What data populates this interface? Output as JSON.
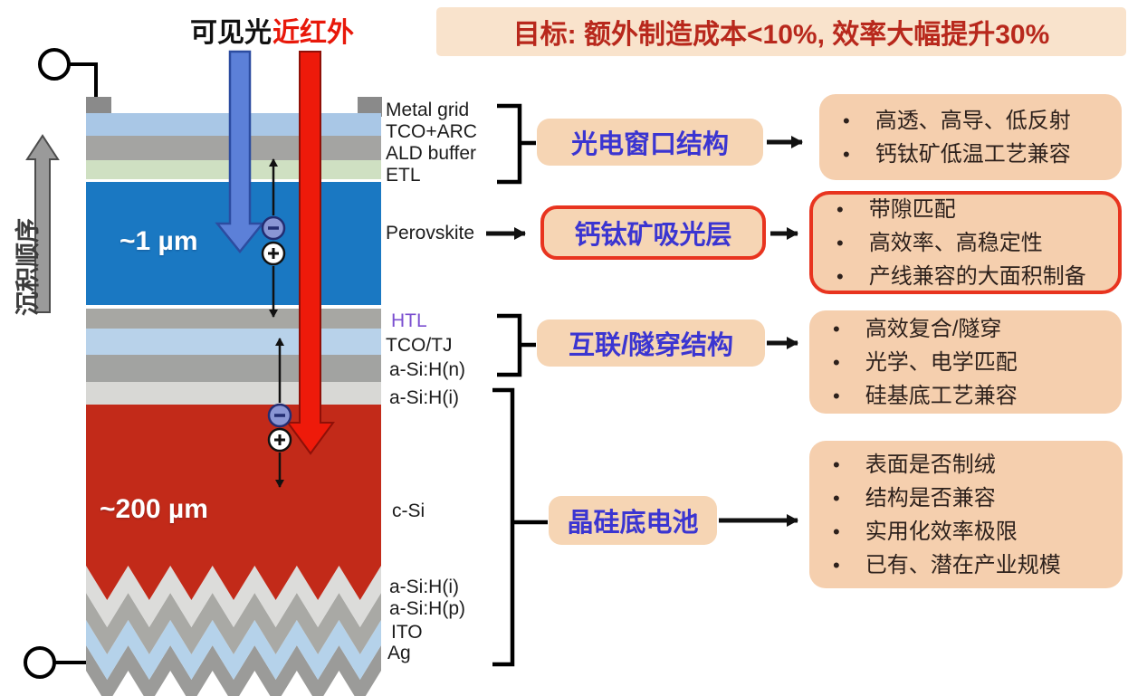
{
  "goal_banner": "目标: 额外制造成本<10%, 效率大幅提升30%",
  "light": {
    "visible": "可见光",
    "near_infrared": "近红外"
  },
  "deposition_order_label": "沉积顺序",
  "stack": {
    "top_cell_thickness": "~1 µm",
    "bottom_cell_thickness": "~200 µm",
    "layers": [
      {
        "label": "Metal grid",
        "color": "#8a8a8a"
      },
      {
        "label": "TCO+ARC",
        "color": "#a9c7e6"
      },
      {
        "label": "ALD buffer",
        "color": "#a4a4a2"
      },
      {
        "label": "ETL",
        "color": "#cfe0c2"
      },
      {
        "label": "Perovskite",
        "color": "#1a78c2"
      },
      {
        "label": "HTL",
        "color": "#a7a7a3"
      },
      {
        "label": "TCO/TJ",
        "color": "#b8d2ea"
      },
      {
        "label": "a-Si:H(n)",
        "color": "#a2a3a1"
      },
      {
        "label": "a-Si:H(i)",
        "color": "#d8d8d5"
      },
      {
        "label": "c-Si",
        "color": "#c22a19"
      },
      {
        "label": "a-Si:H(i)",
        "color": "#dcdcda"
      },
      {
        "label": "a-Si:H(p)",
        "color": "#a9a9a5"
      },
      {
        "label": "ITO",
        "color": "#b5d2ea"
      },
      {
        "label": "Ag",
        "color": "#9b9b99"
      }
    ]
  },
  "sections": [
    {
      "label": "光电窗口结构",
      "highlighted": false,
      "bullets": [
        "高透、高导、低反射",
        "钙钛矿低温工艺兼容"
      ]
    },
    {
      "label": "钙钛矿吸光层",
      "highlighted": true,
      "bullets": [
        "带隙匹配",
        "高效率、高稳定性",
        "产线兼容的大面积制备"
      ]
    },
    {
      "label": "互联/隧穿结构",
      "highlighted": false,
      "bullets": [
        "高效复合/隧穿",
        "光学、电学匹配",
        "硅基底工艺兼容"
      ]
    },
    {
      "label": "晶硅底电池",
      "highlighted": false,
      "bullets": [
        "表面是否制绒",
        "结构是否兼容",
        "实用化效率极限",
        "已有、潜在产业规模"
      ]
    }
  ],
  "icons": {
    "electron": "−",
    "hole": "+"
  },
  "colors": {
    "goal_text_red": "#b8281c",
    "goal_banner_bg": "#f9e3cc",
    "section_text_blue": "#3b35d1",
    "section_box_bg": "#f6d5b4",
    "panel_bg": "#f5cfae",
    "highlight_border_red": "#e8341f",
    "visible_light_arrow": "#5c80d8",
    "near_infrared_arrow": "#ee1a0a",
    "htl_label_purple": "#7b4fd0",
    "perovskite_blue": "#1a78c2",
    "c_si_red": "#c22a19"
  }
}
